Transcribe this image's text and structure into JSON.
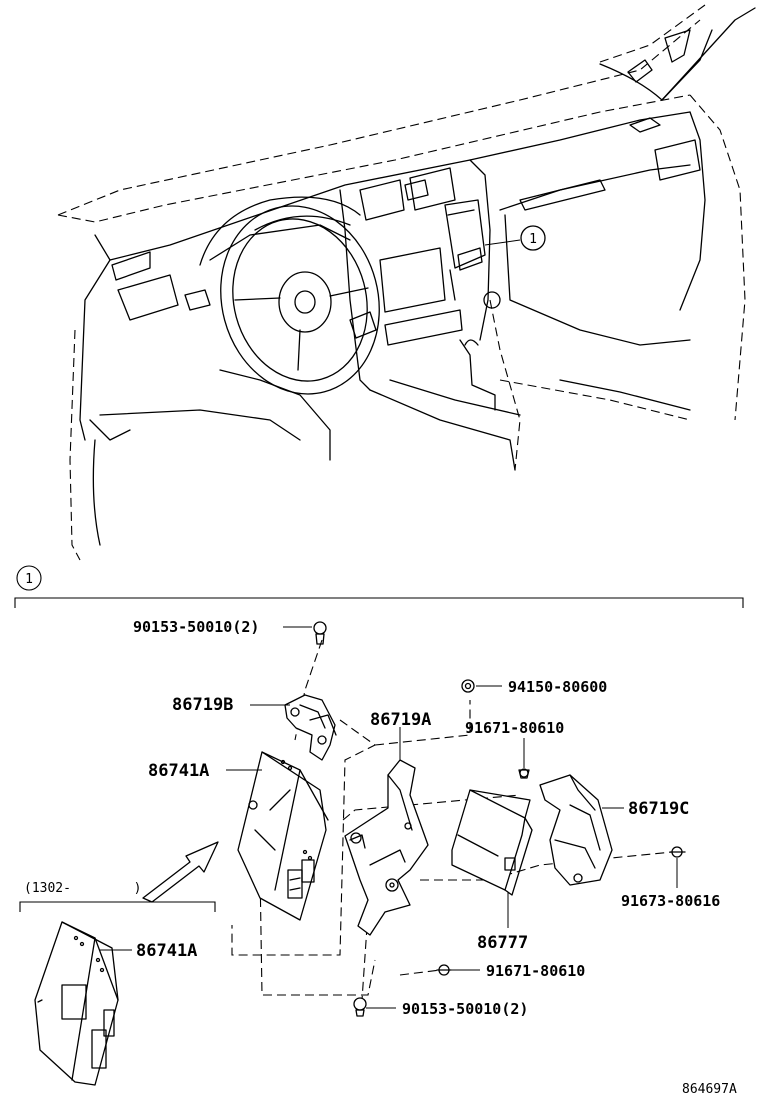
{
  "callout": {
    "number": "1"
  },
  "parts": [
    {
      "id": "p1",
      "part_number": "90153-50010(2)"
    },
    {
      "id": "p2",
      "part_number": "86719B"
    },
    {
      "id": "p3",
      "part_number": "86741A"
    },
    {
      "id": "p4",
      "part_number": "86719A"
    },
    {
      "id": "p5",
      "part_number": "94150-80600"
    },
    {
      "id": "p6",
      "part_number": "91671-80610"
    },
    {
      "id": "p7",
      "part_number": "86719C"
    },
    {
      "id": "p8",
      "part_number": "91673-80616"
    },
    {
      "id": "p9",
      "part_number": "86777"
    },
    {
      "id": "p10",
      "part_number": "91671-80610"
    },
    {
      "id": "p11",
      "part_number": "90153-50010(2)"
    },
    {
      "id": "p12",
      "part_number": "86741A"
    }
  ],
  "variant_note": {
    "text": "(1302-        )"
  },
  "figure_id": "864697A"
}
